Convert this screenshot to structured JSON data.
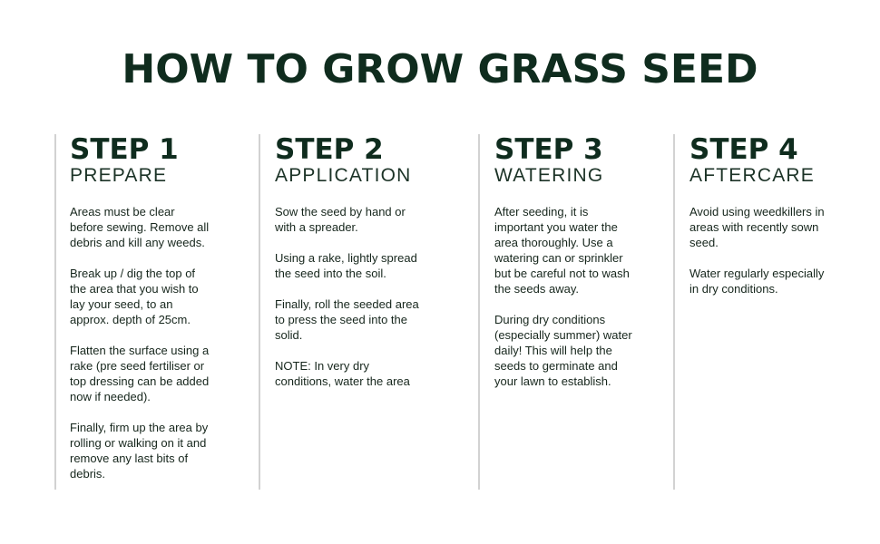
{
  "title": "HOW TO GROW GRASS SEED",
  "steps": [
    {
      "number": "STEP 1",
      "name": "PREPARE",
      "paragraphs": [
        "Areas must be clear before sewing. Remove all debris and kill any weeds.",
        "Break up / dig the top of the area that you wish to lay your seed, to an approx. depth of 25cm.",
        "Flatten the surface using a rake (pre seed fertiliser or top dressing can be added now if needed).",
        "Finally, firm up the area by rolling or walking on it and remove any last bits of debris."
      ]
    },
    {
      "number": "STEP 2",
      "name": "APPLICATION",
      "paragraphs": [
        "Sow the seed by hand or with a spreader.",
        "Using a rake, lightly spread the seed into the soil.",
        "Finally, roll the seeded area to press the seed into the solid.",
        "NOTE: In very dry conditions, water the area"
      ]
    },
    {
      "number": "STEP 3",
      "name": "WATERING",
      "paragraphs": [
        "After seeding, it is important you water the area thoroughly. Use a watering can or sprinkler but be careful not to wash the seeds away.",
        "During dry conditions (especially summer) water daily! This will help the seeds to germinate and your lawn to establish."
      ]
    },
    {
      "number": "STEP 4",
      "name": "AFTERCARE",
      "paragraphs": [
        "Avoid using weedkillers in areas with recently sown seed.",
        "Water regularly especially in dry conditions."
      ]
    }
  ]
}
